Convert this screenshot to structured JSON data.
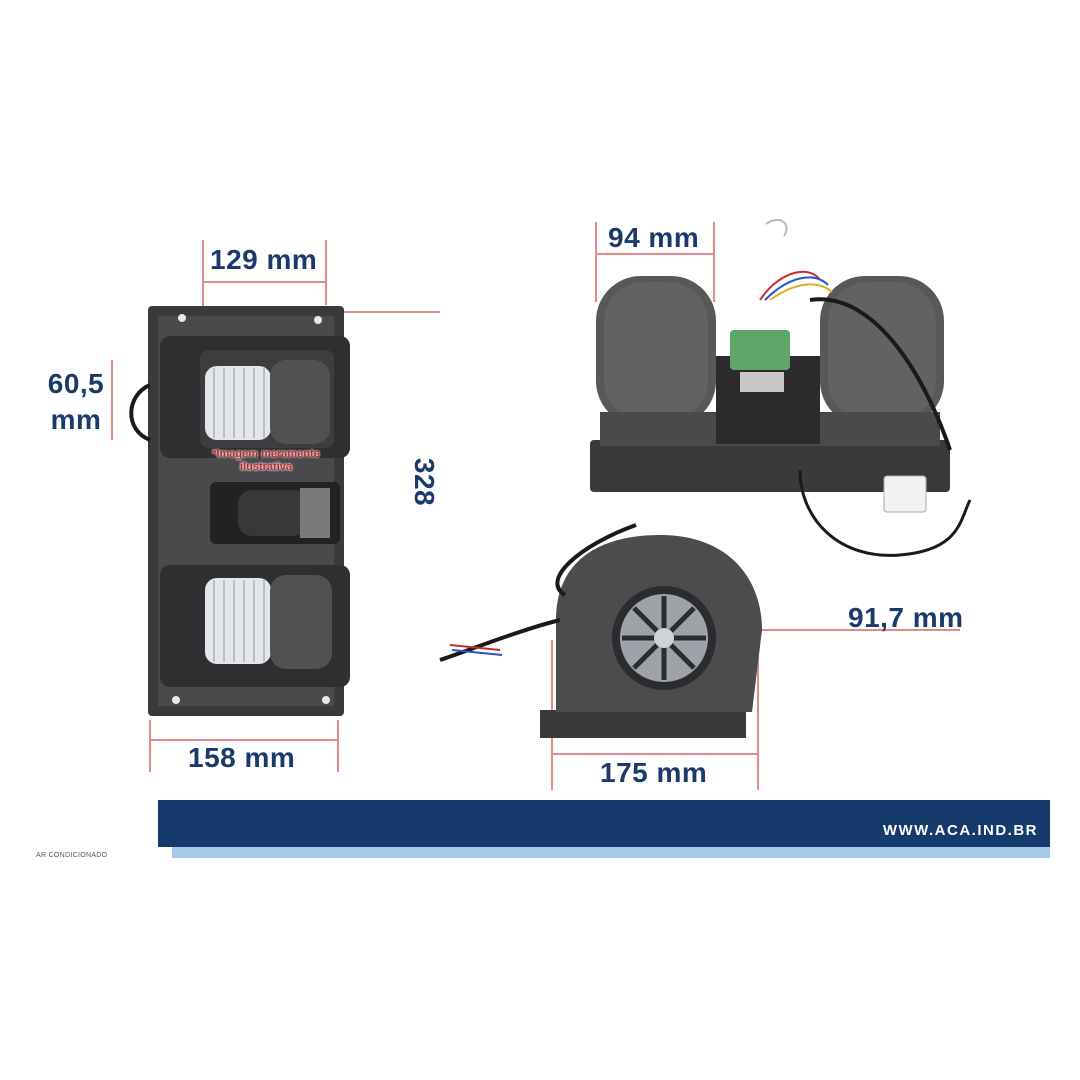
{
  "dimensions": {
    "top_left_width": "129 mm",
    "height_line1": "60,5",
    "height_line2": "mm",
    "length": "328",
    "bottom_width": "158 mm",
    "side_depth": "94 mm",
    "front_height": "91,7 mm",
    "front_width": "175 mm"
  },
  "note": {
    "line1": "*Imagem meramente",
    "line2": "ilustrativa"
  },
  "banner": {
    "url": "WWW.ACA.IND.BR",
    "brand_small": "AR CONDICIONADO"
  },
  "colors": {
    "dimension_text": "#1b3a6b",
    "dimension_lines": "#e58a8a",
    "banner": "#173a6c",
    "banner_shadow": "#a9c9ea",
    "note": "#c0272d"
  }
}
